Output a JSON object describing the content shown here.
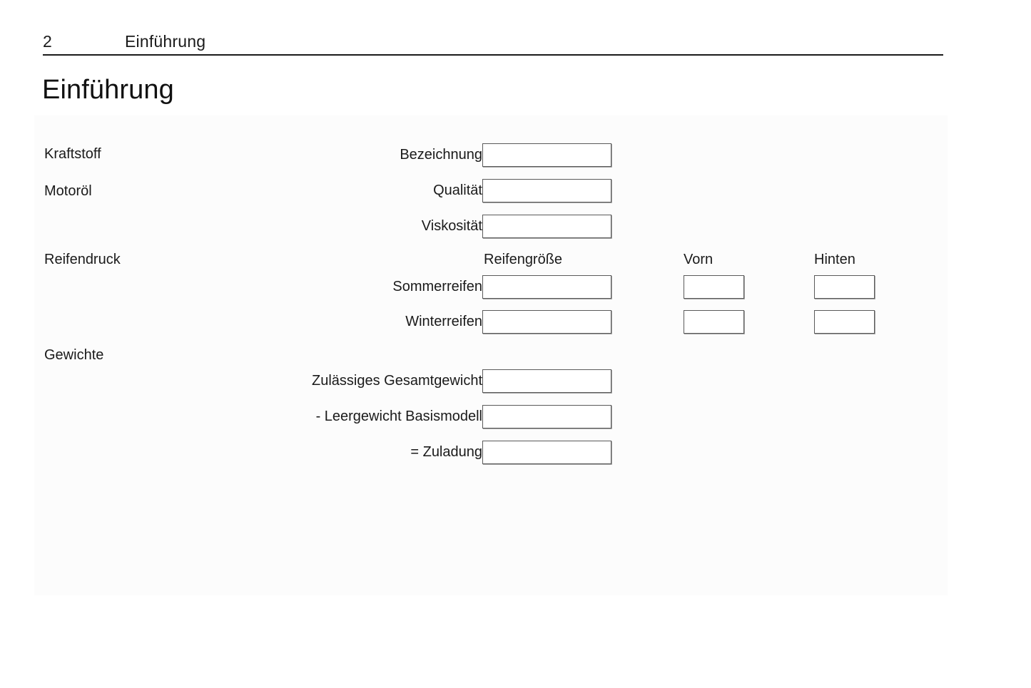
{
  "header": {
    "page_number": "2",
    "chapter": "Einführung"
  },
  "title": "Einführung",
  "colors": {
    "text": "#1a1a1a",
    "rule": "#1a1a1a",
    "box_border": "#5a5a5a",
    "panel_background": "#fcfcfc",
    "page_background": "#ffffff"
  },
  "sections": [
    {
      "id": "kraftstoff",
      "label": "Kraftstoff",
      "rows": [
        {
          "id": "bezeichnung",
          "label": "Bezeichnung",
          "value": ""
        }
      ]
    },
    {
      "id": "motoroel",
      "label": "Motoröl",
      "rows": [
        {
          "id": "qualitaet",
          "label": "Qualität",
          "value": ""
        },
        {
          "id": "viskositaet",
          "label": "Viskosität",
          "value": ""
        }
      ]
    },
    {
      "id": "reifendruck",
      "label": "Reifendruck",
      "column_headings": [
        {
          "id": "reifengroesse",
          "label": "Reifengröße"
        },
        {
          "id": "vorn",
          "label": "Vorn"
        },
        {
          "id": "hinten",
          "label": "Hinten"
        }
      ],
      "rows": [
        {
          "id": "sommerreifen",
          "label": "Sommerreifen",
          "size_value": "",
          "front_value": "",
          "rear_value": ""
        },
        {
          "id": "winterreifen",
          "label": "Winterreifen",
          "size_value": "",
          "front_value": "",
          "rear_value": ""
        }
      ]
    },
    {
      "id": "gewichte",
      "label": "Gewichte",
      "rows": [
        {
          "id": "zulaessiges-gesamtgewicht",
          "label": "Zulässiges Gesamtgewicht",
          "value": ""
        },
        {
          "id": "leergewicht-basismodell",
          "label": "- Leergewicht Basismodell",
          "value": ""
        },
        {
          "id": "zuladung",
          "label": "= Zuladung",
          "value": ""
        }
      ]
    }
  ]
}
